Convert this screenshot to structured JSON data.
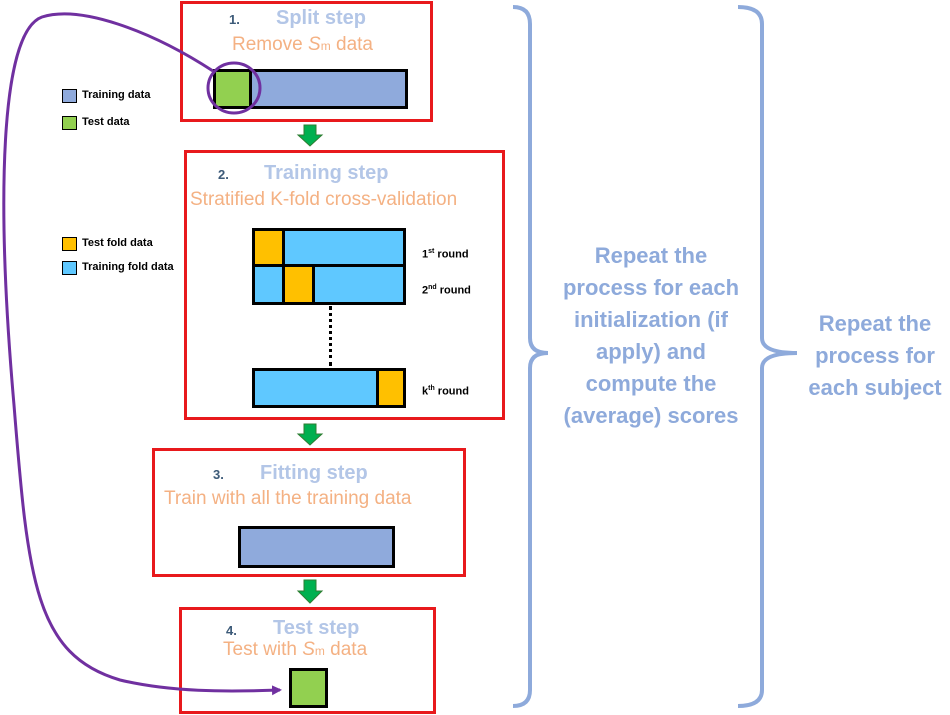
{
  "legend": {
    "training_data": "Training data",
    "test_data": "Test data",
    "test_fold_data": "Test fold data",
    "training_fold_data": "Training fold data"
  },
  "steps": [
    {
      "number": "1.",
      "title": "Split step",
      "subtitle_pre": "Remove ",
      "subtitle_var": "S",
      "subtitle_sub": "m",
      "subtitle_post": " data"
    },
    {
      "number": "2.",
      "title": "Training step",
      "subtitle": "Stratified K-fold cross-validation"
    },
    {
      "number": "3.",
      "title": "Fitting step",
      "subtitle": "Train with all the training data"
    },
    {
      "number": "4.",
      "title": "Test step",
      "subtitle_pre": "Test with ",
      "subtitle_var": "S",
      "subtitle_sub": "m",
      "subtitle_post": " data"
    }
  ],
  "rounds": [
    {
      "prefix": "1",
      "suffix": "st",
      "word": " round"
    },
    {
      "prefix": "2",
      "suffix": "nd",
      "word": " round"
    },
    {
      "prefix": "k",
      "suffix": "th",
      "word": " round"
    }
  ],
  "repeat_inner": "Repeat the process for each initialization (if apply) and compute the (average) scores",
  "repeat_outer": "Repeat the process for each subject",
  "colors": {
    "box_border": "#e8191c",
    "training": "#8faadc",
    "test": "#92d050",
    "test_fold": "#ffc000",
    "training_fold": "#5fc8ff",
    "arrow": "#00b050",
    "curve": "#7030a0",
    "brace": "#8eaadb",
    "title": "#b3c6e7",
    "subtitle": "#f4b183"
  }
}
